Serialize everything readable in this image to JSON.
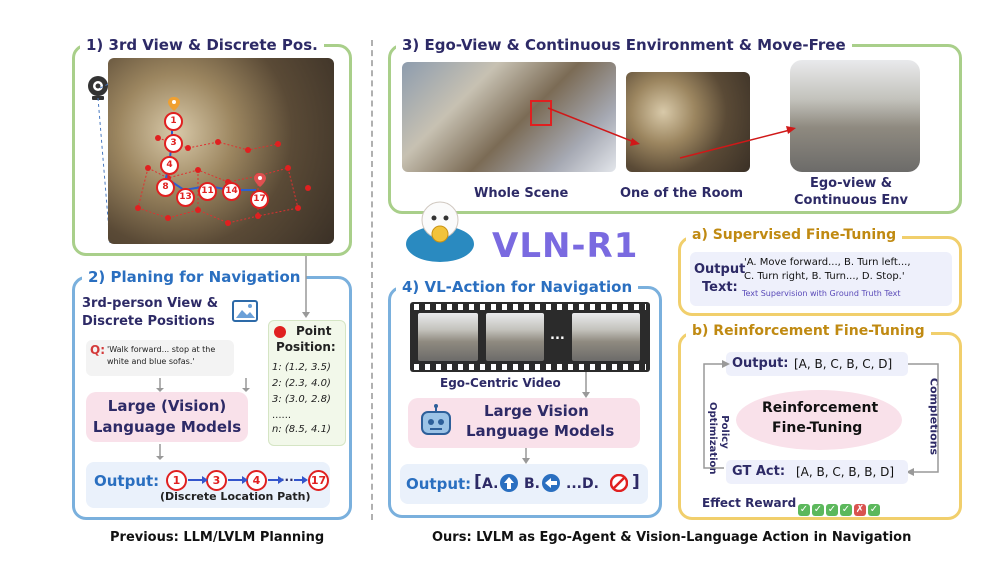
{
  "panel1": {
    "title": "1) 3rd View & Discrete Pos.",
    "path_labels": [
      "1",
      "3",
      "4",
      "8",
      "13",
      "11",
      "14",
      "17"
    ]
  },
  "panel2": {
    "title": "2) Planing for Navigation",
    "view_label_line1": "3rd-person View &",
    "view_label_line2": "Discrete Positions",
    "query_prefix": "Q:",
    "query_text": "'Walk forward... stop at the white and blue sofas.'",
    "model_line1": "Large (Vision)",
    "model_line2": "Language Models",
    "output_label": "Output:",
    "output_nodes": [
      "1",
      "3",
      "4",
      "...",
      "17"
    ],
    "output_caption": "(Discrete Location Path)",
    "point_title_1": "Point",
    "point_title_2": "Position:",
    "points": [
      "1: (1.2, 3.5)",
      "2: (2.3, 4.0)",
      "3: (3.0, 2.8)",
      "......",
      "n: (8.5, 4.1)"
    ]
  },
  "panel3": {
    "title": "3) Ego-View & Continuous Environment & Move-Free",
    "whole_scene": "Whole Scene",
    "one_room": "One of the Room",
    "ego_line1": "Ego-view &",
    "ego_line2": "Continuous Env"
  },
  "logo": {
    "text": "VLN-R1"
  },
  "panel4": {
    "title": "4) VL-Action for Navigation",
    "ellipsis": "...",
    "video_label": "Ego-Centric Video",
    "model_line1": "Large Vision",
    "model_line2": "Language Models",
    "output_label": "Output:",
    "out_open": "[",
    "out_a": "A.",
    "out_b": "B.",
    "out_dots": "...D.",
    "out_close": "]"
  },
  "sft": {
    "title": "a) Supervised Fine-Tuning",
    "output_label_1": "Output",
    "output_label_2": "Text:",
    "line1": "'A. Move forward..., B. Turn left...,",
    "line2": "C. Turn right, B. Turn..., D. Stop.'",
    "supervision": "Text Supervision with Ground Truth Text"
  },
  "rft": {
    "title": "b) Reinforcement Fine-Tuning",
    "output_label": "Output:",
    "output_seq": "[A, B, C, B, C, D]",
    "center_line1": "Reinforcement",
    "center_line2": "Fine-Tuning",
    "left_line1": "Policy",
    "left_line2": "Optimization",
    "right_label": "Completions",
    "gt_label": "GT Act:",
    "gt_seq": "[A, B, C, B, B, D]",
    "reward_label": "Effect Reward",
    "reward_marks": [
      "✓",
      "✓",
      "✓",
      "✓",
      "✗",
      "✓"
    ]
  },
  "captions": {
    "previous": "Previous: LLM/LVLM Planning",
    "ours": "Ours: LVLM as Ego-Agent & Vision-Language Action in Navigation"
  }
}
